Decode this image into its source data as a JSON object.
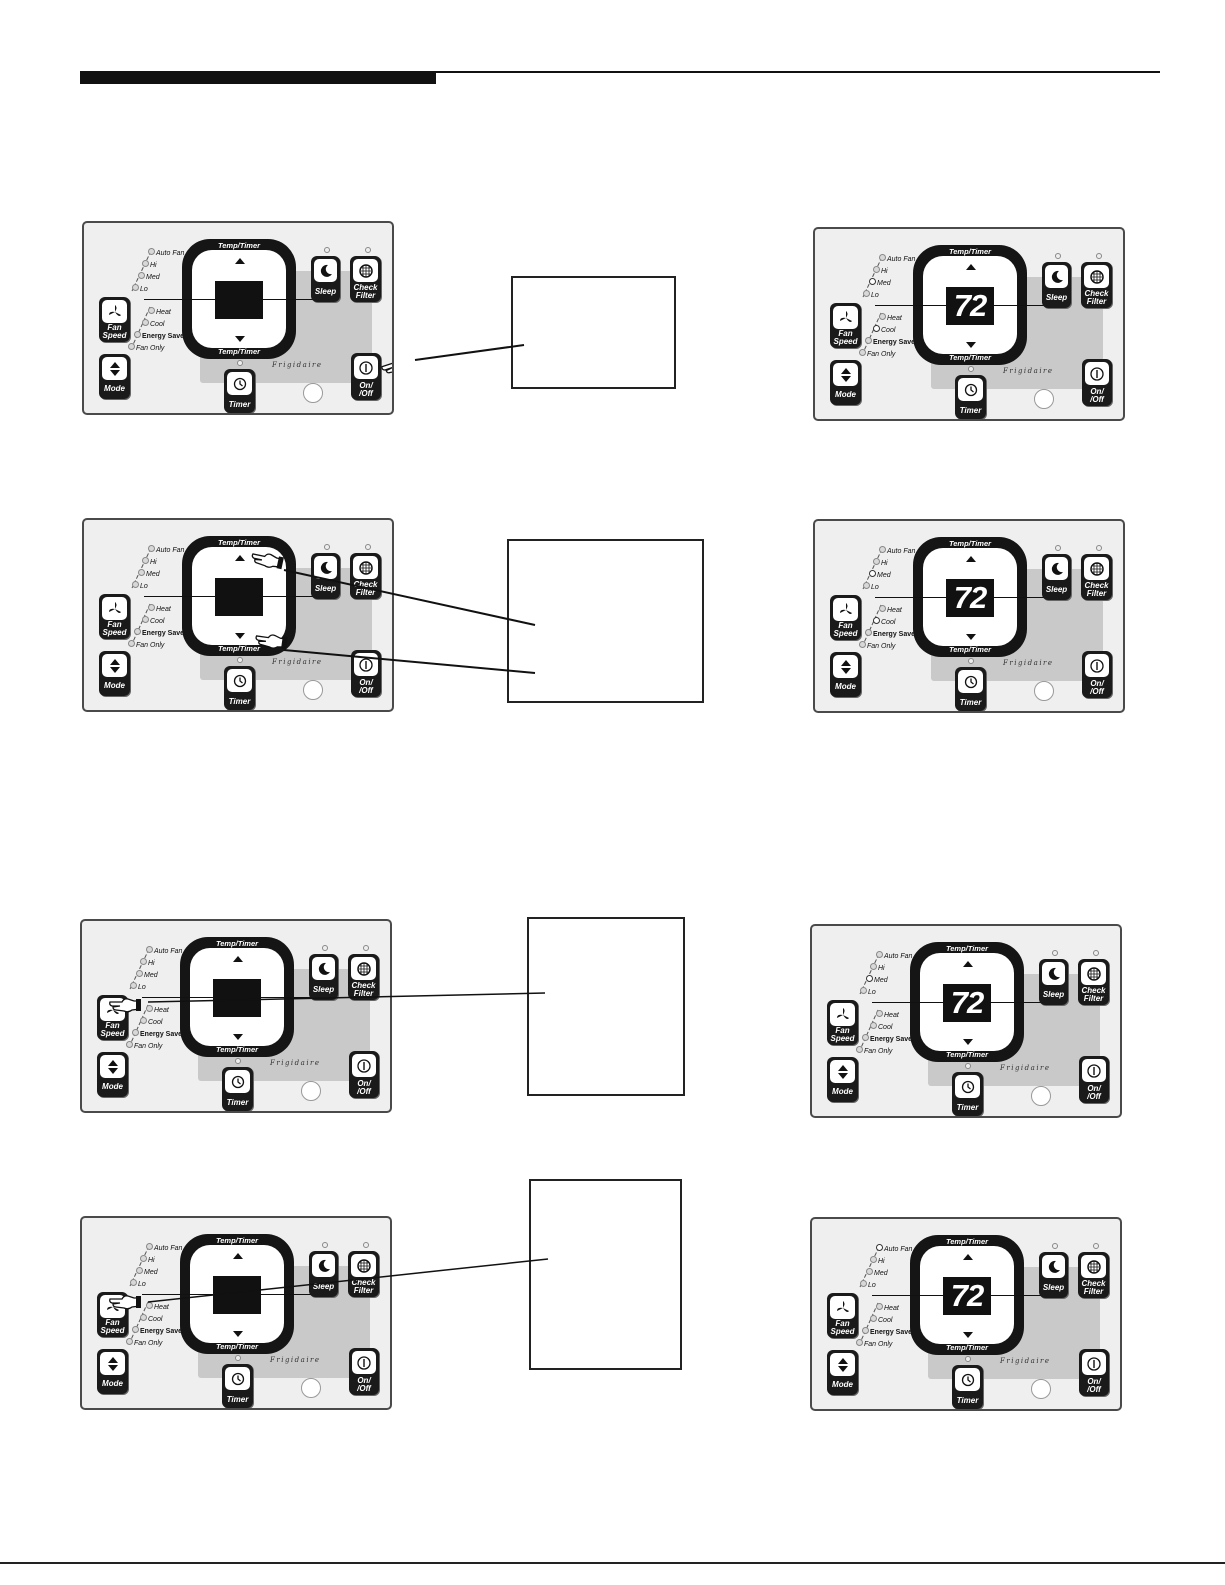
{
  "panel_labels": {
    "auto_fan": "Auto Fan",
    "hi": "Hi",
    "med": "Med",
    "lo": "Lo",
    "heat": "Heat",
    "cool": "Cool",
    "energy_saver": "Energy Saver",
    "fan_only": "Fan Only",
    "temp_timer": "Temp/Timer",
    "sleep": "Sleep",
    "check": "Check",
    "filter": "Filter",
    "fan": "Fan",
    "speed": "Speed",
    "mode": "Mode",
    "timer": "Timer",
    "on": "On/",
    "off": "/Off",
    "brand": "Frigidaire",
    "display_temp": "72"
  },
  "panels": [
    {
      "display": "",
      "fan_led": "",
      "mode_led": "",
      "pointer": "on-off"
    },
    {
      "display": "72",
      "fan_led": "med",
      "mode_led": "cool",
      "pointer": ""
    },
    {
      "display": "",
      "fan_led": "",
      "mode_led": "",
      "pointer": "arrows"
    },
    {
      "display": "72",
      "fan_led": "med",
      "mode_led": "cool",
      "pointer": ""
    },
    {
      "display": "",
      "fan_led": "",
      "mode_led": "",
      "pointer": "fan-speed"
    },
    {
      "display": "72",
      "fan_led": "med",
      "mode_led": "",
      "pointer": ""
    },
    {
      "display": "",
      "fan_led": "",
      "mode_led": "",
      "pointer": "fan-speed"
    },
    {
      "display": "72",
      "fan_led": "auto",
      "mode_led": "",
      "pointer": ""
    }
  ]
}
